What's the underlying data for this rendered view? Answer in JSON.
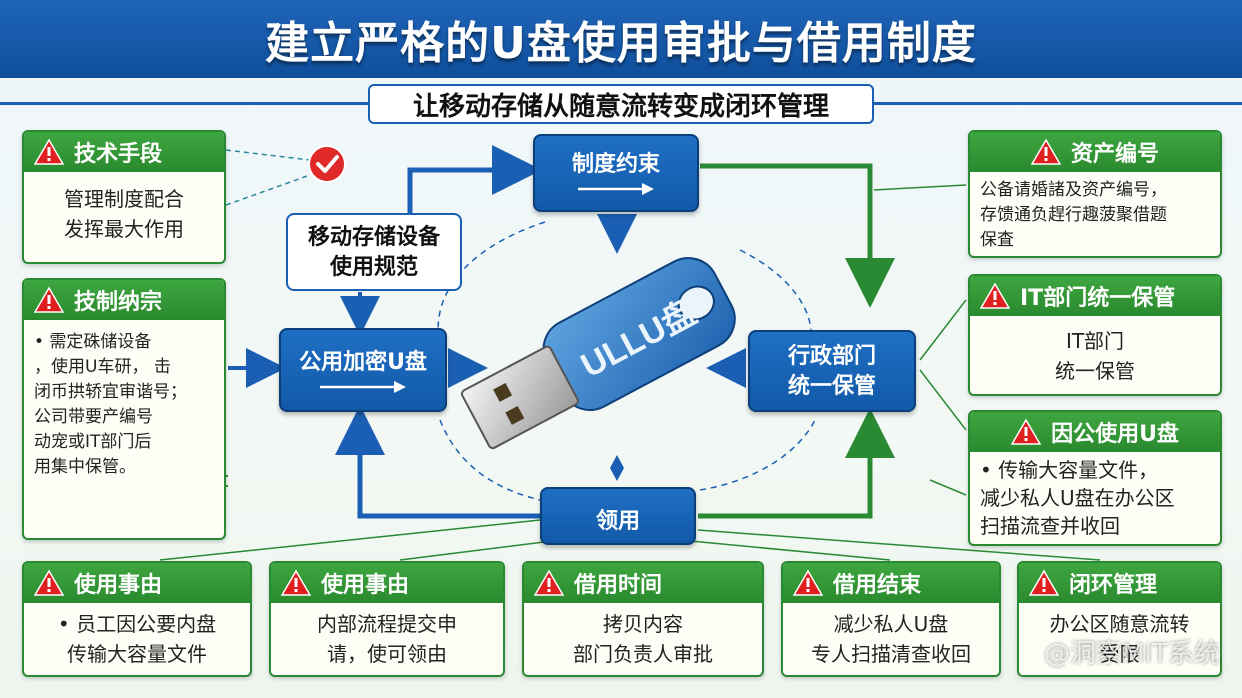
{
  "title": "建立严格的U盘使用审批与借用制度",
  "subtitle": "让移动存储从随意流转变成闭环管理",
  "colors": {
    "blue": "#1a5fb4",
    "green": "#2a8a33",
    "warn_red": "#e02020"
  },
  "left_cards": [
    {
      "title": "技术手段",
      "lines": [
        "管理制度配合",
        "发挥最大作用"
      ]
    },
    {
      "title": "技制纳宗",
      "lines": [
        "• 需定硃储设备",
        "，使用U车研，  击",
        "闭币拱轿宜审谐号；",
        "公司带要产编号",
        "动宠或IT部门后",
        "用集中保管。"
      ]
    }
  ],
  "right_cards": [
    {
      "title": "资产编号",
      "lines": [
        "公备请婚諸及资产编号，",
        "存馈通负趕行趣菠聚借题",
        "保査"
      ]
    },
    {
      "title": "IT部门统一保管",
      "lines": [
        "IT部门",
        "统一保管"
      ]
    },
    {
      "title": "因公使用U盘",
      "lines": [
        "• 传输大容量文件，",
        "减少私人U盘在办公区",
        "扫描流查并收回"
      ]
    }
  ],
  "bottom_cards": [
    {
      "title": "使用事由",
      "lines": [
        "• 员工因公要内盘",
        "传输大容量文件"
      ]
    },
    {
      "title": "使用事由",
      "lines": [
        "内部流程提交申",
        "请，使可领由"
      ]
    },
    {
      "title": "借用时间",
      "lines": [
        "拷贝内容",
        "部门负责人审批"
      ]
    },
    {
      "title": "借用结束",
      "lines": [
        "减少私人U盘",
        "专人扫描清查收回"
      ]
    },
    {
      "title": "闭环管理",
      "lines": [
        "办公区随意流转",
        "受限"
      ]
    }
  ],
  "flow": {
    "zhidu": "制度约束",
    "guifan": [
      "移动存储设备",
      "使用规范"
    ],
    "gongyong": "公用加密U盘",
    "xingzheng": [
      "行政部门",
      "统一保管"
    ],
    "lingyong": "领用",
    "usb_label": "ULLU盘"
  },
  "watermark": "@洞察MIT系统",
  "icons": {
    "warning": "warning-triangle-icon",
    "check": "check-circle-icon",
    "arrow": "right-arrow-icon"
  }
}
